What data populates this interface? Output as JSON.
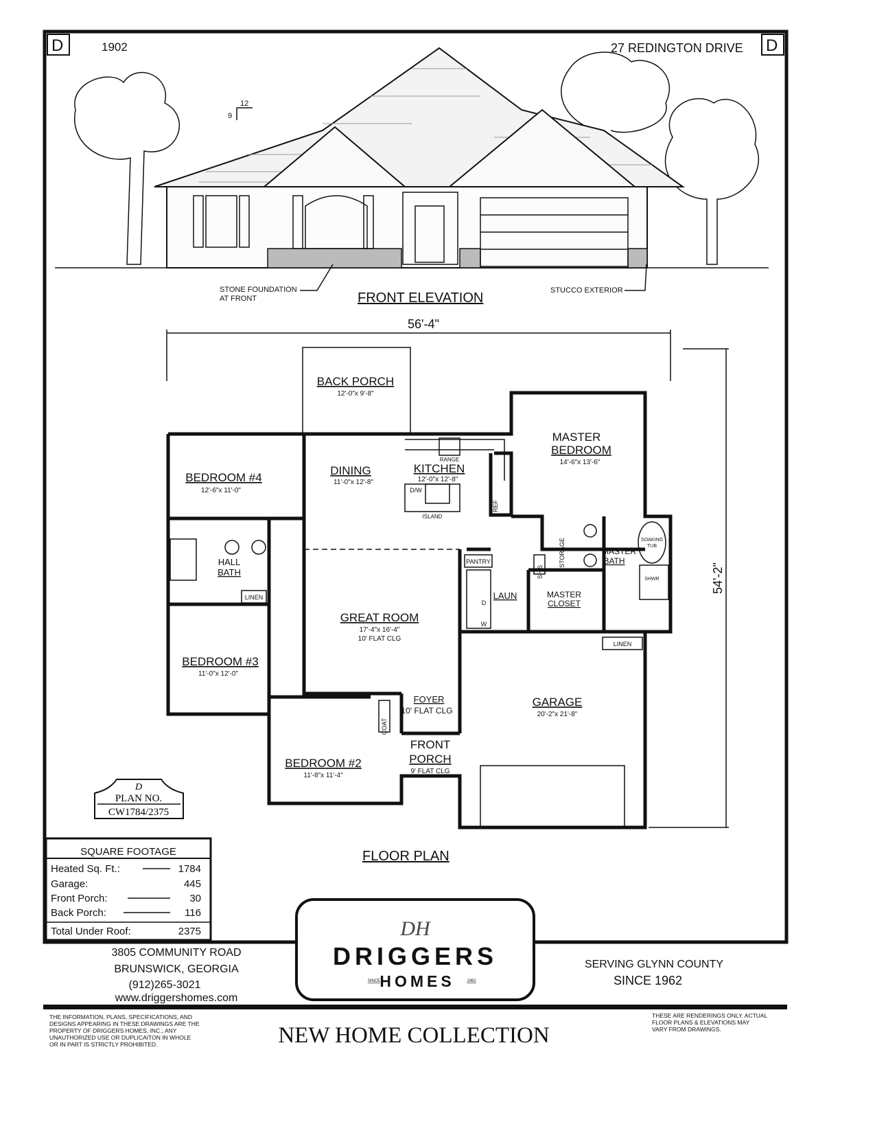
{
  "header": {
    "corner_left": "D",
    "corner_right": "D",
    "plan_number": "1902",
    "address": "27 REDINGTON DRIVE",
    "pitch_rise": "9",
    "pitch_run": "12"
  },
  "elevation": {
    "title": "FRONT ELEVATION",
    "note_left_1": "STONE FOUNDATION",
    "note_left_2": "AT FRONT",
    "note_right": "STUCCO EXTERIOR"
  },
  "dimensions": {
    "width": "56'-4\"",
    "depth": "54'-2\""
  },
  "rooms": [
    {
      "name": "BACK PORCH",
      "size": "12'-0\"x 9'-8\""
    },
    {
      "name": "MASTER",
      "name2": "BEDROOM",
      "size": "14'-6\"x 13'-6\""
    },
    {
      "name": "BEDROOM #4",
      "size": "12'-6\"x 11'-0\""
    },
    {
      "name": "DINING",
      "size": "11'-0\"x 12'-8\""
    },
    {
      "name": "KITCHEN",
      "size": "12'-0\"x 12'-8\""
    },
    {
      "name": "GREAT ROOM",
      "size": "17'-4\"x 16'-4\"",
      "note": "10' FLAT CLG"
    },
    {
      "name": "BEDROOM #3",
      "size": "11'-0\"x 12'-0\""
    },
    {
      "name": "GARAGE",
      "size": "20'-2\"x 21'-8\""
    },
    {
      "name": "BEDROOM #2",
      "size": "11'-8\"x 11'-4\""
    },
    {
      "name": "FOYER",
      "note": "10' FLAT CLG"
    },
    {
      "name": "FRONT",
      "name2": "PORCH",
      "note": "9' FLAT CLG"
    }
  ],
  "fixtures": {
    "range": "RANGE",
    "dw": "D/W",
    "island": "ISLAND",
    "ref": "REF",
    "hall_bath_1": "HALL",
    "hall_bath_2": "BATH",
    "linen": "LINEN",
    "pantry": "PANTRY",
    "laun": "LAUN",
    "dryer": "D",
    "washer": "W",
    "shs": "SH'S",
    "storage": "STORAGE",
    "master_bath_1": "MASTER",
    "master_bath_2": "BATH",
    "master_closet_1": "MASTER",
    "master_closet_2": "CLOSET",
    "soaking_1": "SOAKING",
    "soaking_2": "TUB",
    "shwr": "SHWR",
    "linen2": "LINEN",
    "coat": "COAT"
  },
  "floor_plan_title": "FLOOR PLAN",
  "plan_badge": {
    "monogram": "D",
    "label": "PLAN NO.",
    "number": "CW1784/2375"
  },
  "square_footage": {
    "title": "SQUARE FOOTAGE",
    "rows": [
      {
        "label": "Heated Sq. Ft.:",
        "value": "1784"
      },
      {
        "label": "Garage:",
        "value": "445"
      },
      {
        "label": "Front Porch:",
        "value": "30"
      },
      {
        "label": "Back Porch:",
        "value": "116"
      },
      {
        "label": "Total Under Roof:",
        "value": "2375"
      }
    ]
  },
  "company": {
    "monogram": "DH",
    "name": "DRIGGERS",
    "sub": "HOMES",
    "since_label": "SINCE",
    "since_year": "1962",
    "address_1": "3805 COMMUNITY ROAD",
    "address_2": "BRUNSWICK, GEORGIA",
    "phone": "(912)265-3021",
    "website": "www.driggershomes.com",
    "serving_1": "SERVING GLYNN COUNTY",
    "serving_2": "SINCE 1962"
  },
  "footer": {
    "collection": "NEW HOME COLLECTION",
    "disclaimer_left": [
      "THE INFORMATION, PLANS, SPECIFICATIONS, AND",
      "DESIGNS APPEARING IN THESE DRAWINGS ARE THE",
      "PROPERTY OF DRIGGERS HOMES, INC.; ANY",
      "UNAUTHORIZED USE OR DUPLICAITON IN WHOLE",
      "OR IN PART IS STRICTLY PROHIBITED."
    ],
    "disclaimer_right": [
      "THESE ARE RENDERINGS ONLY. ACTUAL",
      "FLOOR PLANS & ELEVATIONS MAY",
      "VARY FROM DRAWINGS."
    ]
  }
}
